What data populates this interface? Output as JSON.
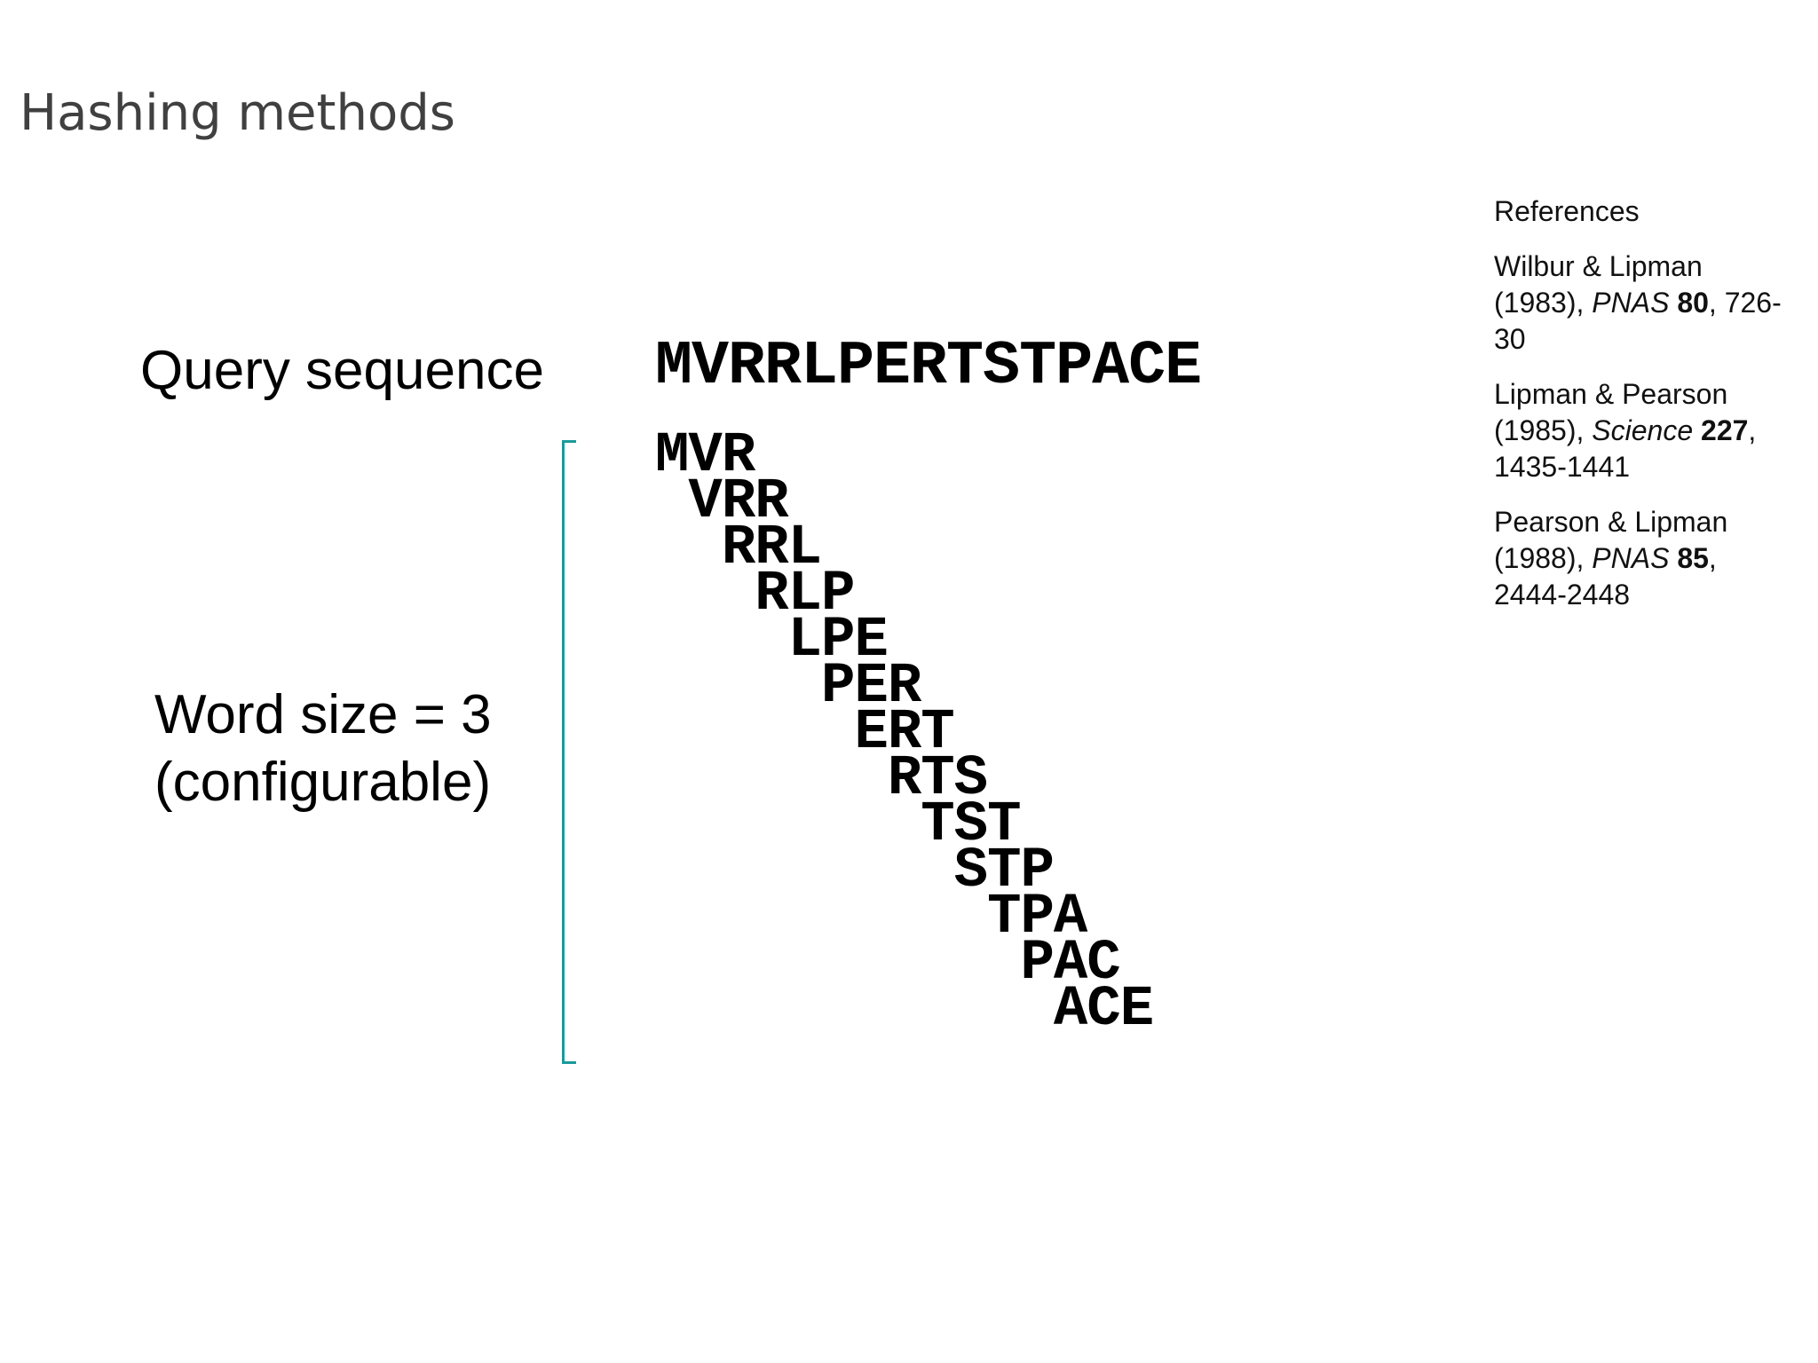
{
  "slide": {
    "title": "Hashing methods"
  },
  "query": {
    "label": "Query sequence",
    "sequence": "MVRRLPERTSTPACE"
  },
  "word_size": {
    "line1": "Word size = 3",
    "line2": "(configurable)"
  },
  "words": [
    "MVR",
    "VRR",
    "RRL",
    "RLP",
    "LPE",
    "PER",
    "ERT",
    "RTS",
    "TST",
    "STP",
    "TPA",
    "PAC",
    "ACE"
  ],
  "colors": {
    "bracket": "#1b9a9a",
    "title": "#404040"
  },
  "references": {
    "heading": "References",
    "items": [
      {
        "authors": "Wilbur & Lipman",
        "year": "(1983), ",
        "journal": "PNAS",
        "volume": "80",
        "pages_part1": ", 726-",
        "pages_part2": "30"
      },
      {
        "authors": "Lipman & Pearson",
        "year": "(1985), ",
        "journal": "Science",
        "volume": "227",
        "pages_part1": ",",
        "pages_part2": "1435-1441"
      },
      {
        "authors": "Pearson & Lipman",
        "year": "(1988), ",
        "journal": "PNAS",
        "volume": "85",
        "pages_part1": ",",
        "pages_part2": "2444-2448"
      }
    ]
  }
}
